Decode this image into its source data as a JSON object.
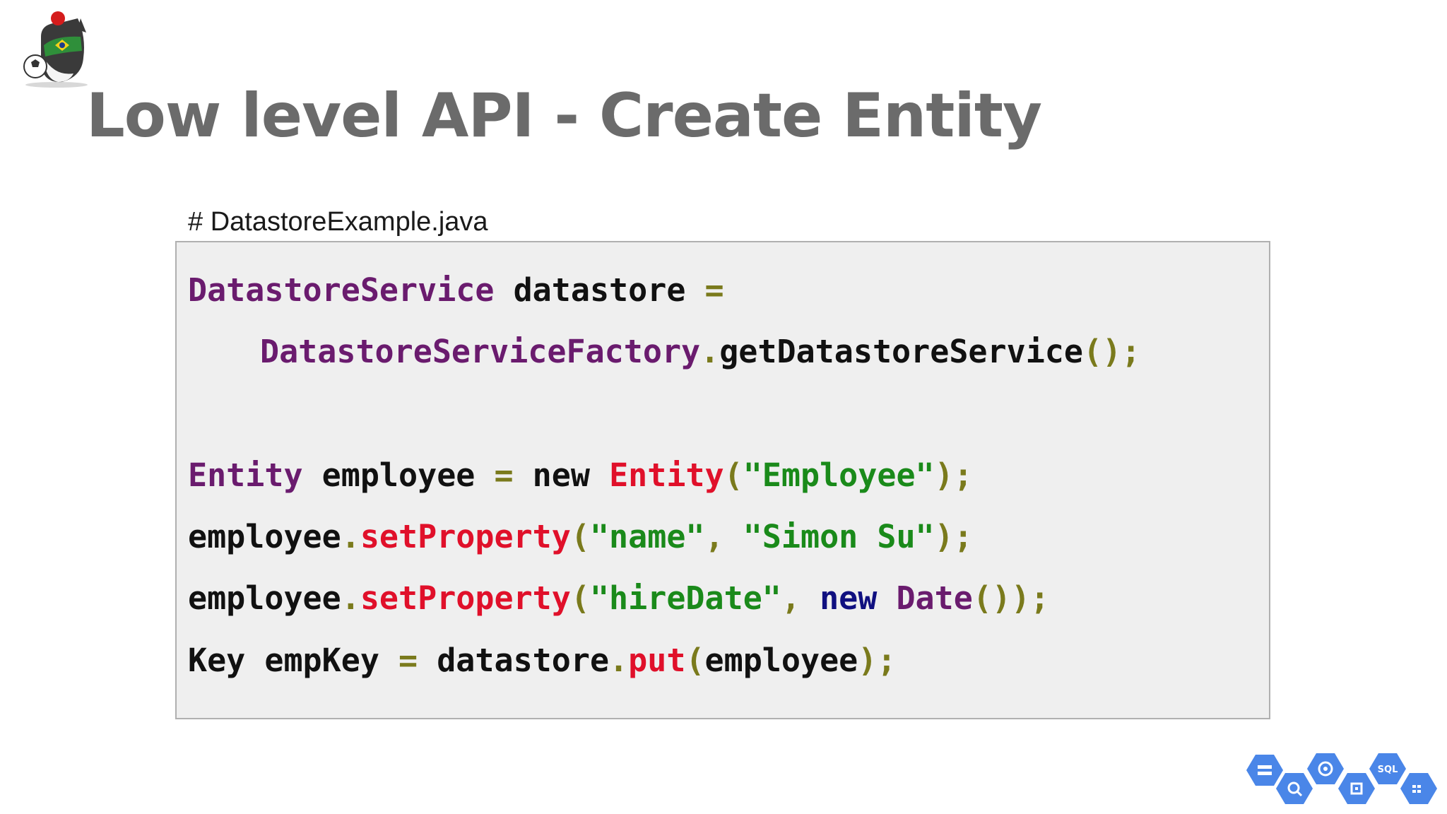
{
  "slide": {
    "title": "Low level API - Create Entity",
    "file_label": "# DatastoreExample.java"
  },
  "code": {
    "l1": {
      "t1": "DatastoreService",
      "t2": " datastore ",
      "t3": "="
    },
    "l2": {
      "t1": "DatastoreServiceFactory",
      "t2": ".",
      "t3": "getDatastoreService",
      "t4": "();"
    },
    "l3": {
      "t1": "Entity",
      "t2": " employee ",
      "t3": "=",
      "t4": " new ",
      "t5": "Entity",
      "t6": "(",
      "t7": "\"Employee\"",
      "t8": ");"
    },
    "l4": {
      "t1": "employee",
      "t2": ".",
      "t3": "setProperty",
      "t4": "(",
      "t5": "\"name\"",
      "t6": ", ",
      "t7": "\"Simon Su\"",
      "t8": ");"
    },
    "l5": {
      "t1": "employee",
      "t2": ".",
      "t3": "setProperty",
      "t4": "(",
      "t5": "\"hireDate\"",
      "t6": ", ",
      "t7": "new",
      "t8": " ",
      "t9": "Date",
      "t10": "());"
    },
    "l6": {
      "t1": "Key empKey ",
      "t2": "=",
      "t3": " datastore",
      "t4": ".",
      "t5": "put",
      "t6": "(",
      "t7": "employee",
      "t8": ");"
    }
  },
  "icons": {
    "mascot": "java-duke-mascot-icon",
    "cloud_products": [
      "storage-icon",
      "bigquery-icon",
      "app-engine-icon",
      "compute-engine-icon",
      "cloud-sql-icon",
      "more-products-icon"
    ],
    "sql_badge": "SQL",
    "hex_color": "#4a86e8"
  },
  "colors": {
    "title": "#6b6b6b",
    "code_type": "#6a1b6e",
    "code_keyword": "#101080",
    "code_method": "#e0102a",
    "code_string": "#1a8a1a",
    "code_operator": "#7a7a1c",
    "code_background": "#efefef"
  }
}
